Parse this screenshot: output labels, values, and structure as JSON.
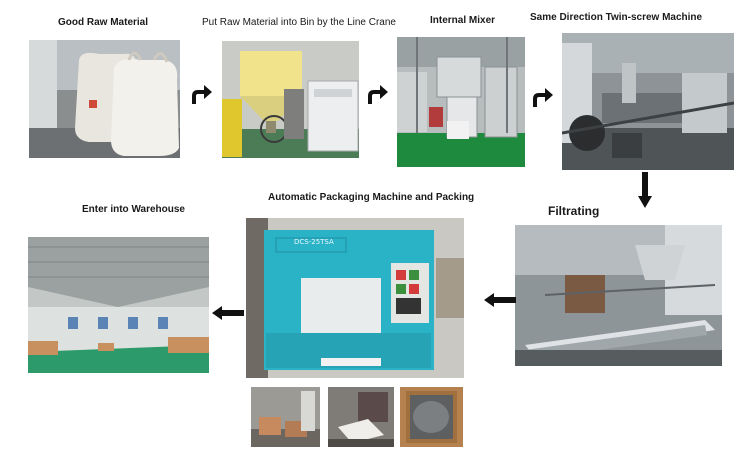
{
  "steps": {
    "s1": "Good Raw Material",
    "s2": "Put Raw Material into Bin by the Line Crane",
    "s3": "Internal Mixer",
    "s4": "Same Direction Twin-screw Machine",
    "s5": "Filtrating",
    "s6": "Automatic Packaging Machine and Packing",
    "s7": "Enter into Warehouse"
  },
  "machine_plate": "DCS-25TSA",
  "colors": {
    "arrow": "#111111",
    "machine_teal": "#2ab3c7",
    "floor_green": "#2f8f5a",
    "warehouse_floor": "#2c9a6a"
  }
}
